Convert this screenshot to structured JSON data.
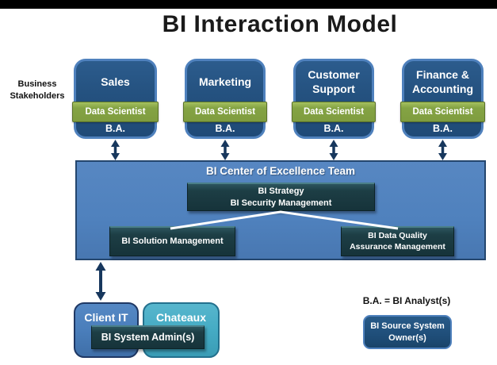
{
  "title": "BI Interaction Model",
  "stakeholders_label": {
    "line1": "Business",
    "line2": "Stakeholders"
  },
  "stakeholders": [
    {
      "name": "Sales",
      "band": "Data Scientist",
      "analyst": "B.A."
    },
    {
      "name": "Marketing",
      "band": "Data Scientist",
      "analyst": "B.A."
    },
    {
      "name": "Customer Support",
      "band": "Data Scientist",
      "analyst": "B.A."
    },
    {
      "name": "Finance & Accounting",
      "band": "Data Scientist",
      "analyst": "B.A."
    }
  ],
  "coe": {
    "title": "BI Center of Excellence Team",
    "strategy": {
      "line1": "BI Strategy",
      "line2": "BI Security Management"
    },
    "solution": "BI Solution Management",
    "quality": {
      "line1": "BI Data Quality",
      "line2": "Assurance Management"
    }
  },
  "client_area": {
    "client_it": "Client IT",
    "vendor": "Chateaux",
    "admin": "BI System Admin(s)"
  },
  "legend": {
    "ba_note": "B.A. = BI Analyst(s)",
    "source_owner_line1": "BI Source System",
    "source_owner_line2": "Owner(s)"
  },
  "colors": {
    "page_bg": "#ffffff",
    "top_bar": "#000000",
    "title_text": "#1a1a1a",
    "box_navy_border": "#4f81bd",
    "green_fill": "#7f9d3f",
    "green_border": "#5a7229",
    "coe_fill": "#4f81bd",
    "coe_border": "#24466e",
    "dark_teal": "#1d3e45",
    "dark_teal_border": "#0d2327",
    "dark_teal_bevel": "#4a7f88",
    "arrow_navy": "#17375d",
    "client_blue": "#4a7ebb",
    "client_blue_border": "#1f3864",
    "chateaux_teal": "#45abc4",
    "chateaux_border": "#23708d",
    "source_fill": "#1f4e79",
    "source_border": "#4f81bd",
    "line_white": "#ffffff"
  }
}
